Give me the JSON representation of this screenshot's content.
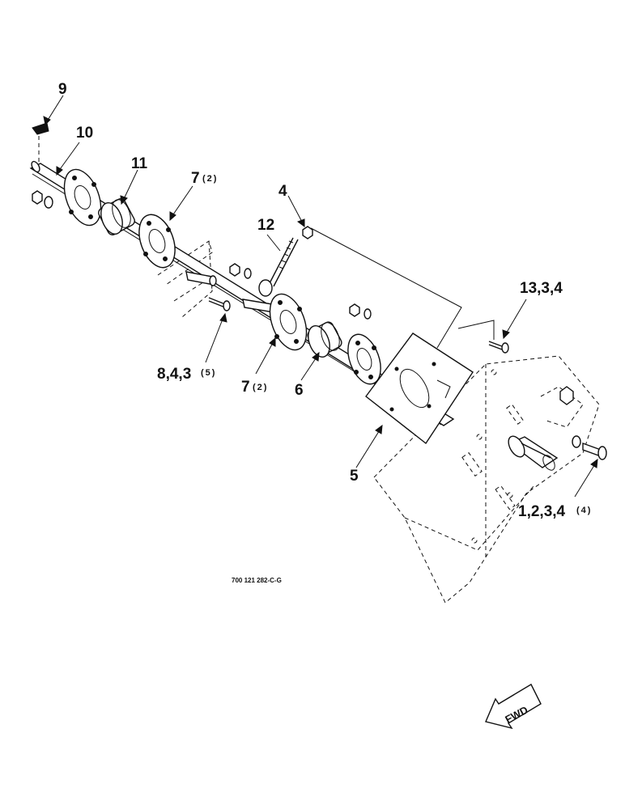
{
  "callouts": [
    {
      "id": "9",
      "text": "9",
      "qty": ""
    },
    {
      "id": "10",
      "text": "10",
      "qty": ""
    },
    {
      "id": "11",
      "text": "11",
      "qty": ""
    },
    {
      "id": "7a",
      "text": "7",
      "qty": "(2)"
    },
    {
      "id": "4",
      "text": "4",
      "qty": ""
    },
    {
      "id": "12",
      "text": "12",
      "qty": ""
    },
    {
      "id": "13",
      "text": "13,3,4",
      "qty": ""
    },
    {
      "id": "8",
      "text": "8,4,3",
      "qty": "(5)"
    },
    {
      "id": "7b",
      "text": "7",
      "qty": "(2)"
    },
    {
      "id": "6",
      "text": "6",
      "qty": ""
    },
    {
      "id": "5",
      "text": "5",
      "qty": ""
    },
    {
      "id": "1",
      "text": "1,2,3,4",
      "qty": "(4)"
    }
  ],
  "drawing_number": "700 121 282-C-G",
  "fwd_label": "FWD"
}
